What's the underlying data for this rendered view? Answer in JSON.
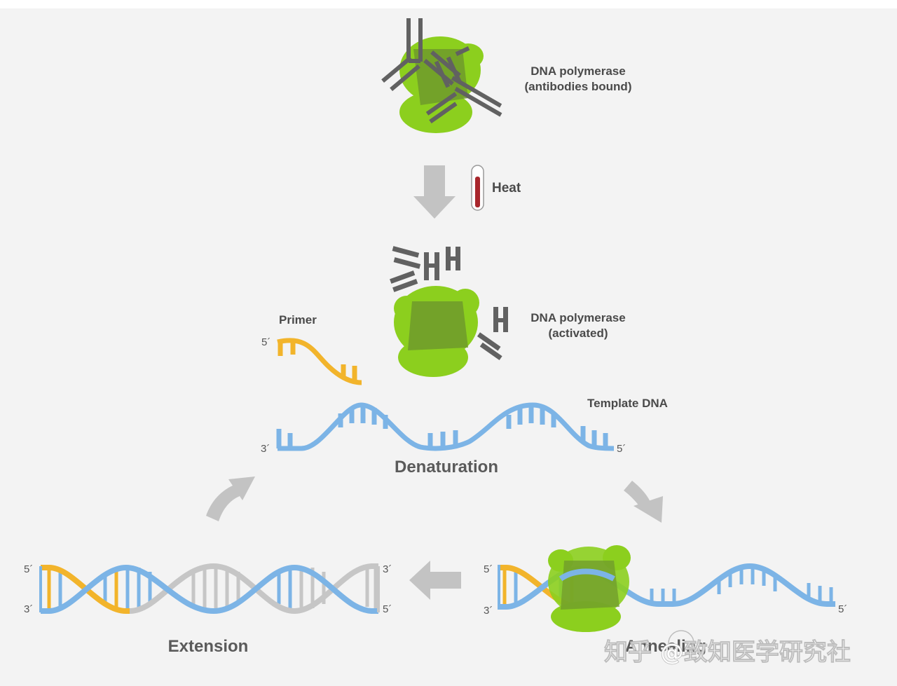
{
  "labels": {
    "polymerase_bound": [
      "DNA polymerase",
      "(antibodies bound)"
    ],
    "heat": "Heat",
    "polymerase_activated": [
      "DNA polymerase",
      "(activated)"
    ],
    "primer": "Primer",
    "template_dna": "Template DNA",
    "denaturation": "Denaturation",
    "extension": "Extension",
    "annealing": "Annealing"
  },
  "strand_ends": {
    "primer_5": "5´",
    "template_3": "3´",
    "template_5": "5´",
    "ext_left_top": "5´",
    "ext_left_bottom": "3´",
    "ext_right_top": "3´",
    "ext_right_bottom": "5´",
    "ann_left_top": "5´",
    "ann_left_bottom": "3´",
    "ann_right": "5´"
  },
  "watermark": "知乎 @致知医学研究社",
  "colors": {
    "polymerase_green": "#8ccf1e",
    "polymerase_dark": "#6f9a2c",
    "antibody_gray": "#616161",
    "dna_blue": "#7cb4e6",
    "primer_yellow": "#f2b42b",
    "new_strand_gray": "#c6c6c6",
    "arrow_gray": "#c3c3c3",
    "thermometer_red": "#a8262c"
  }
}
